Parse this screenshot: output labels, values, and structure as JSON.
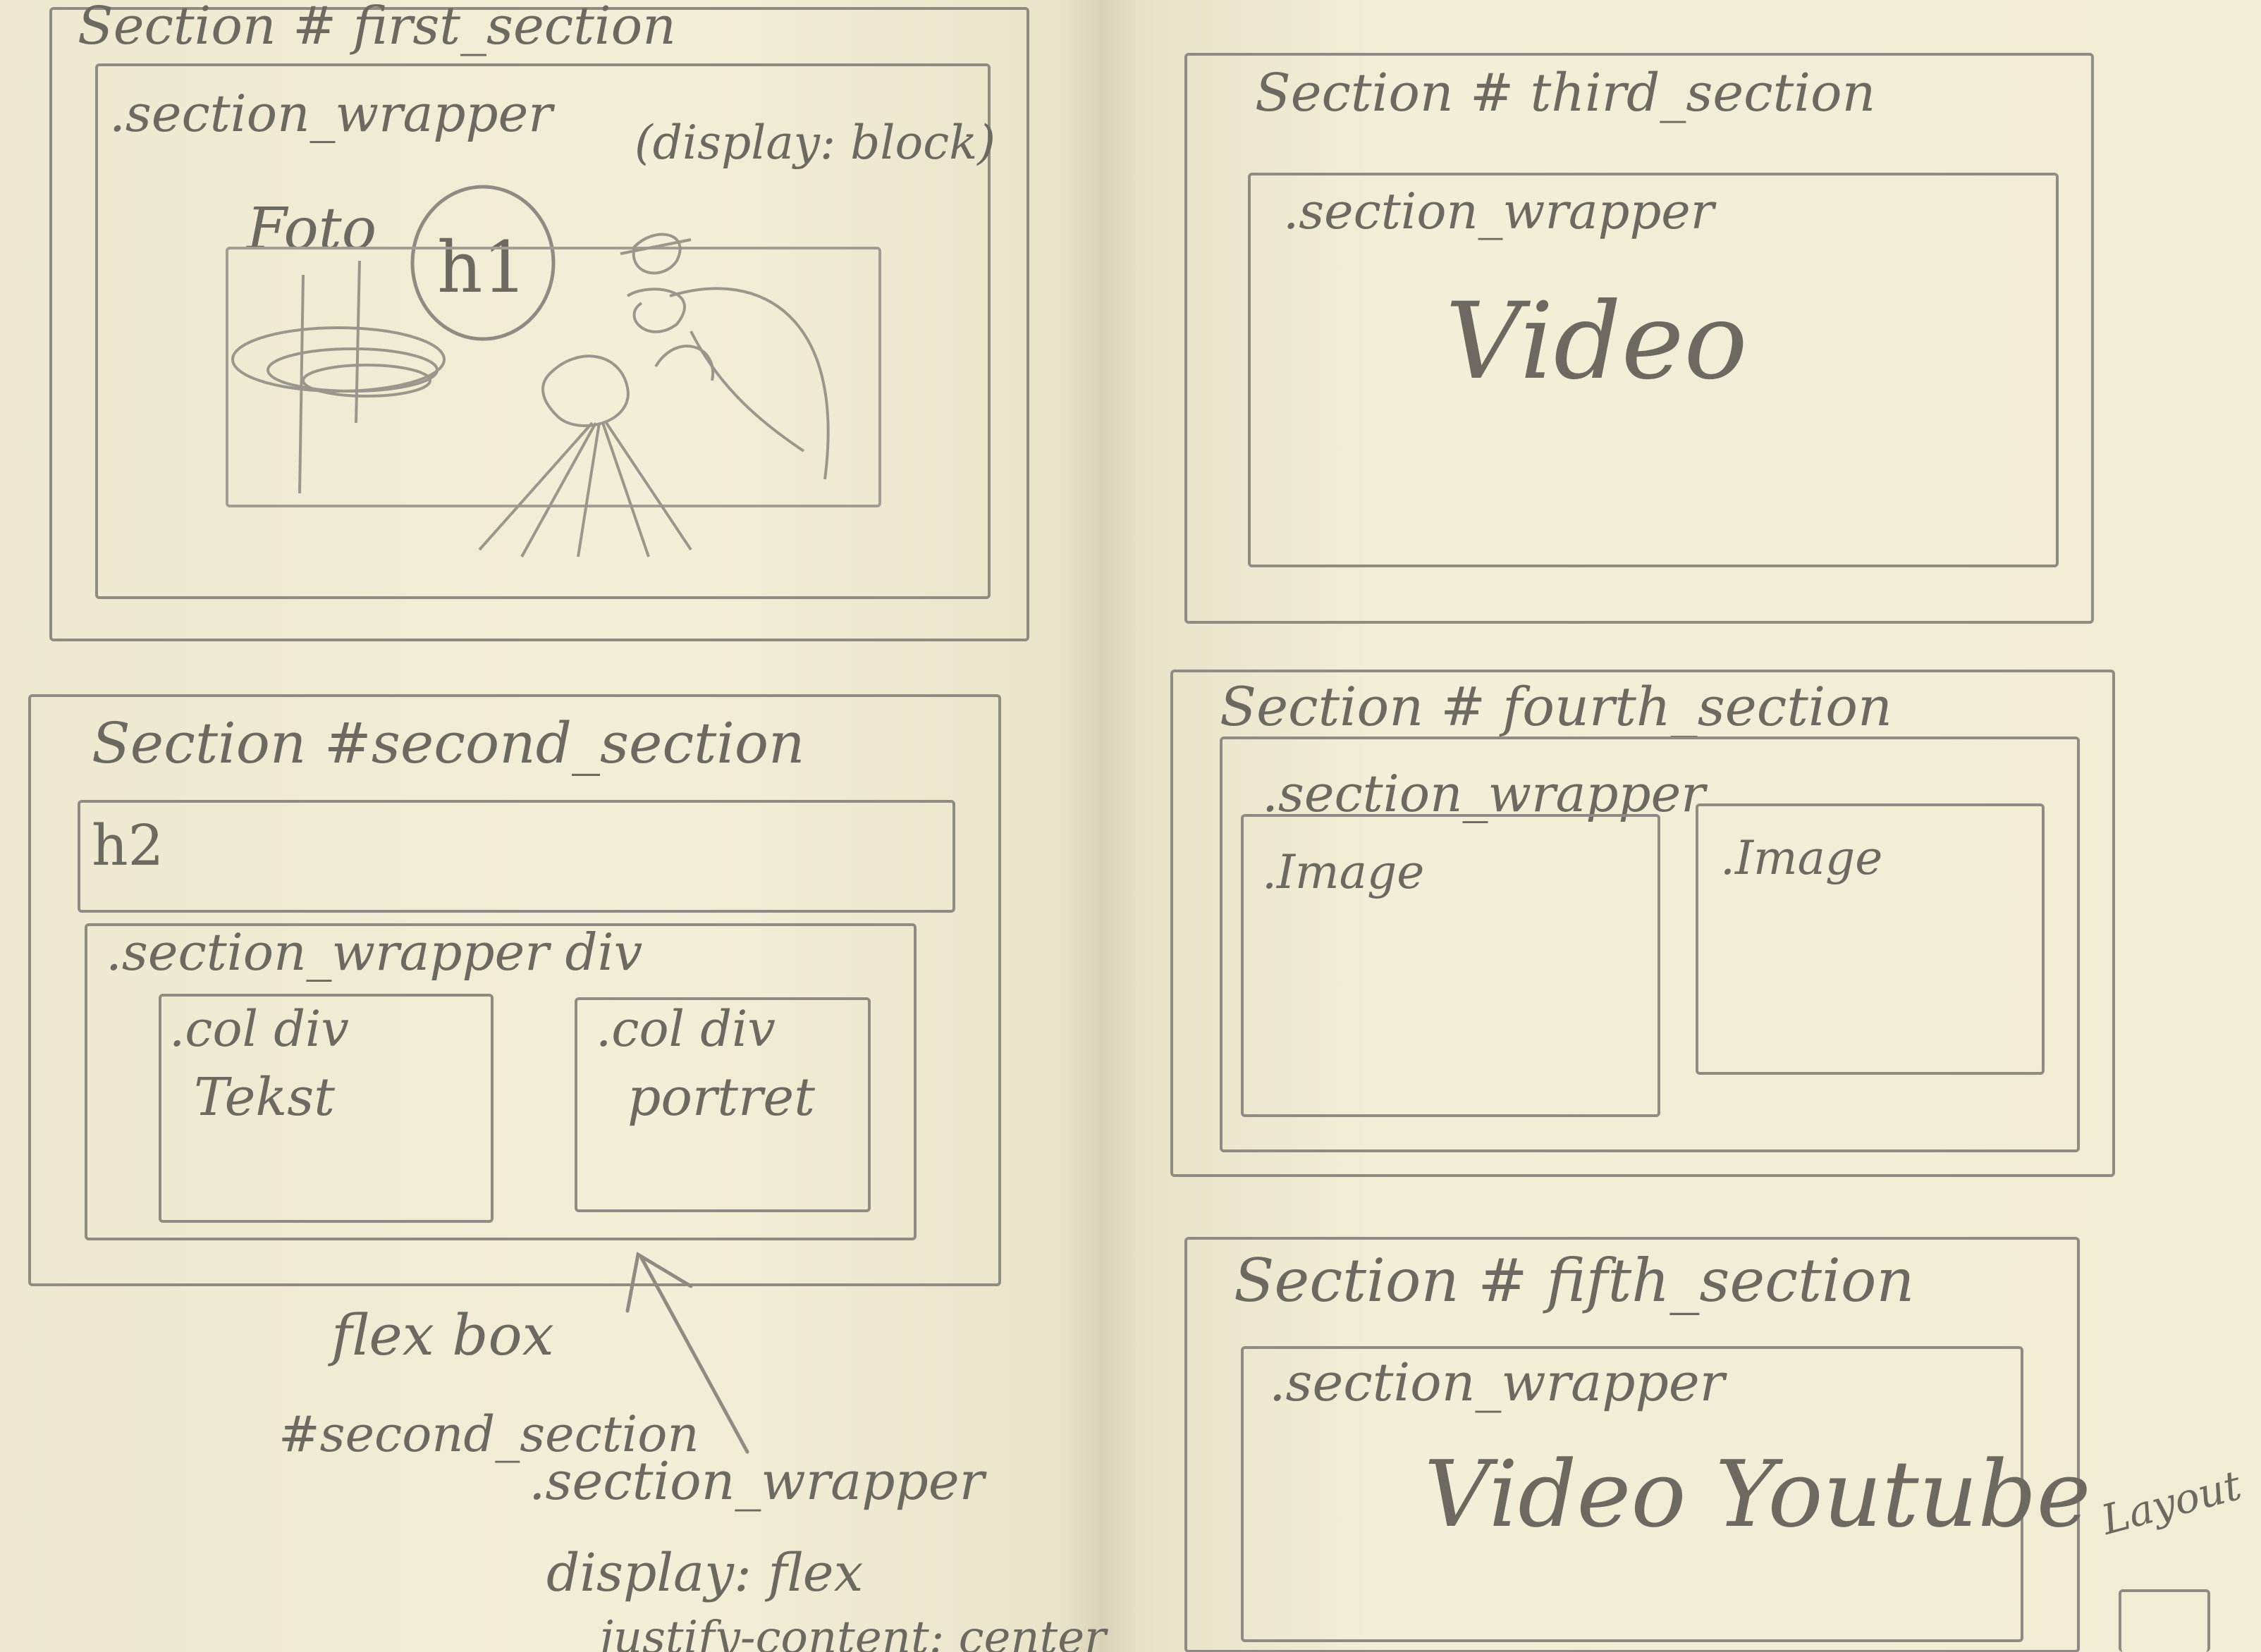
{
  "sections": {
    "first": {
      "title": "Section # first_section",
      "wrapper_label": ".section_wrapper",
      "display_note": "(display: block)",
      "foto_label": "Foto",
      "h1_label": "h1"
    },
    "second": {
      "title": "Section #second_section",
      "h2_label": "h2",
      "wrapper_label": ".section_wrapper div",
      "col1_label": ".col div",
      "col1_text": "Tekst",
      "col2_label": ".col div",
      "col2_text": "portret"
    },
    "notes": {
      "flexbox": "flex box",
      "selector": "#second_section",
      "wrapper": ".section_wrapper",
      "display": "display: flex",
      "justify": "justify-content: center"
    },
    "third": {
      "title": "Section # third_section",
      "wrapper_label": ".section_wrapper",
      "content": "Video"
    },
    "fourth": {
      "title": "Section # fourth_section",
      "wrapper_label": ".section_wrapper",
      "image1_label": ".Image",
      "image2_label": ".Image"
    },
    "fifth": {
      "title": "Section # fifth_section",
      "wrapper_label": ".section_wrapper",
      "content": "Video Youtube"
    },
    "corner_note": "Layout"
  },
  "colors": {
    "paper": "#f1ecd4",
    "pencil": "#8f8b82"
  }
}
